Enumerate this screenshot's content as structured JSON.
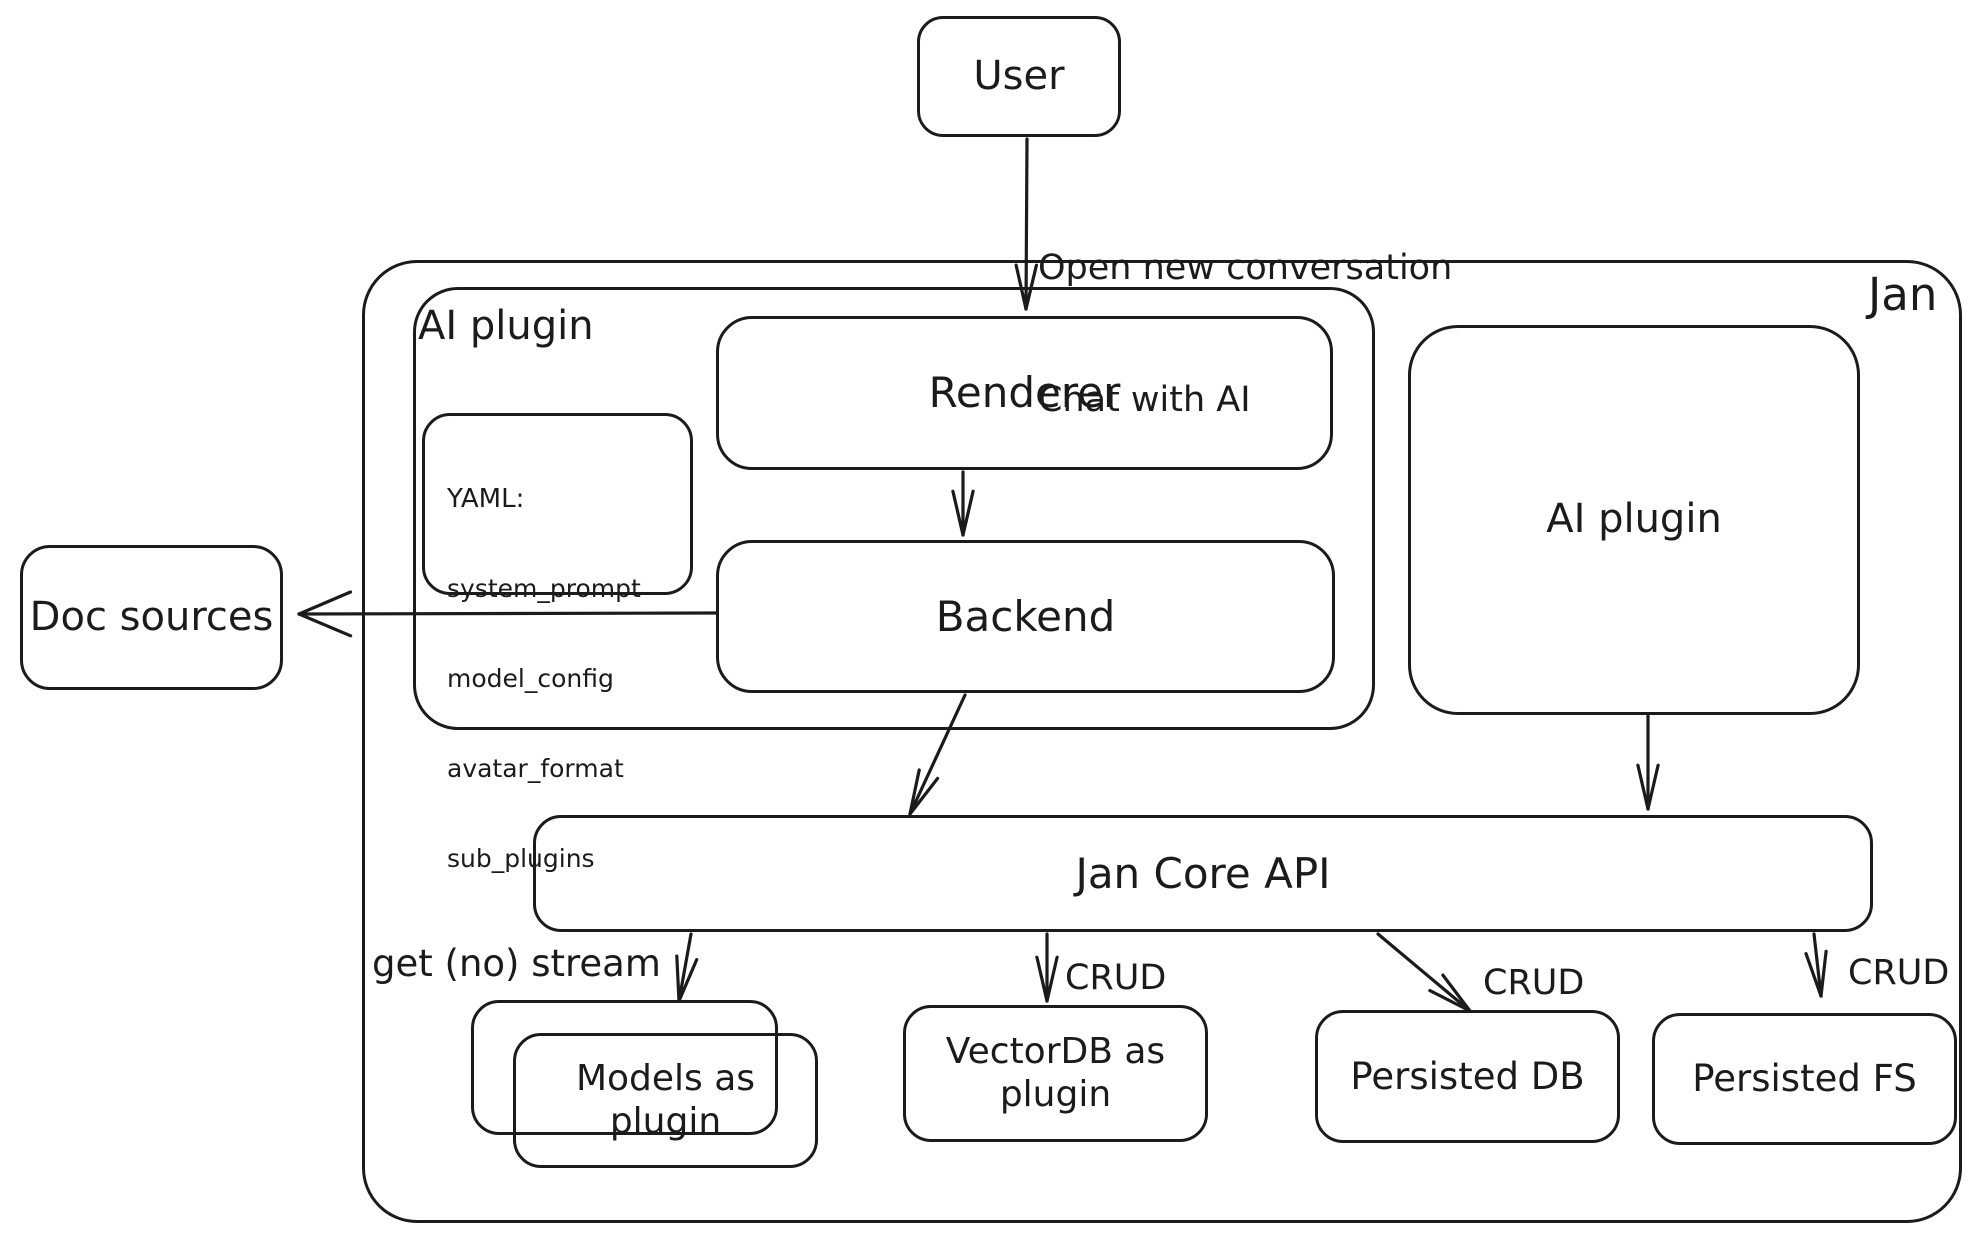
{
  "diagram": {
    "outer_label": "Jan",
    "nodes": {
      "user": {
        "label": "User"
      },
      "ai_plugin_left": {
        "label": "AI plugin"
      },
      "renderer": {
        "label": "Renderer"
      },
      "backend": {
        "label": "Backend"
      },
      "yaml_note": {
        "title": "YAML:",
        "lines": [
          "system_prompt",
          "model_config",
          "avatar_format",
          "sub_plugins"
        ]
      },
      "ai_plugin_right": {
        "label": "AI plugin"
      },
      "doc_sources": {
        "label": "Doc sources"
      },
      "jan_core_api": {
        "label": "Jan Core API"
      },
      "models_as_plugin": {
        "label": "Models as plugin"
      },
      "vectordb_as_plugin": {
        "label": "VectorDB as plugin"
      },
      "persisted_db": {
        "label": "Persisted DB"
      },
      "persisted_fs": {
        "label": "Persisted FS"
      }
    },
    "edge_labels": {
      "user_to_renderer_line1": "Open new conversation",
      "user_to_renderer_line2": "Chat with AI",
      "core_to_models": "get (no) stream",
      "core_to_vectordb": "CRUD",
      "core_to_persisted_db": "CRUD",
      "core_to_persisted_fs": "CRUD"
    },
    "colors": {
      "stroke": "#1b1b1b",
      "background": "#ffffff"
    }
  }
}
